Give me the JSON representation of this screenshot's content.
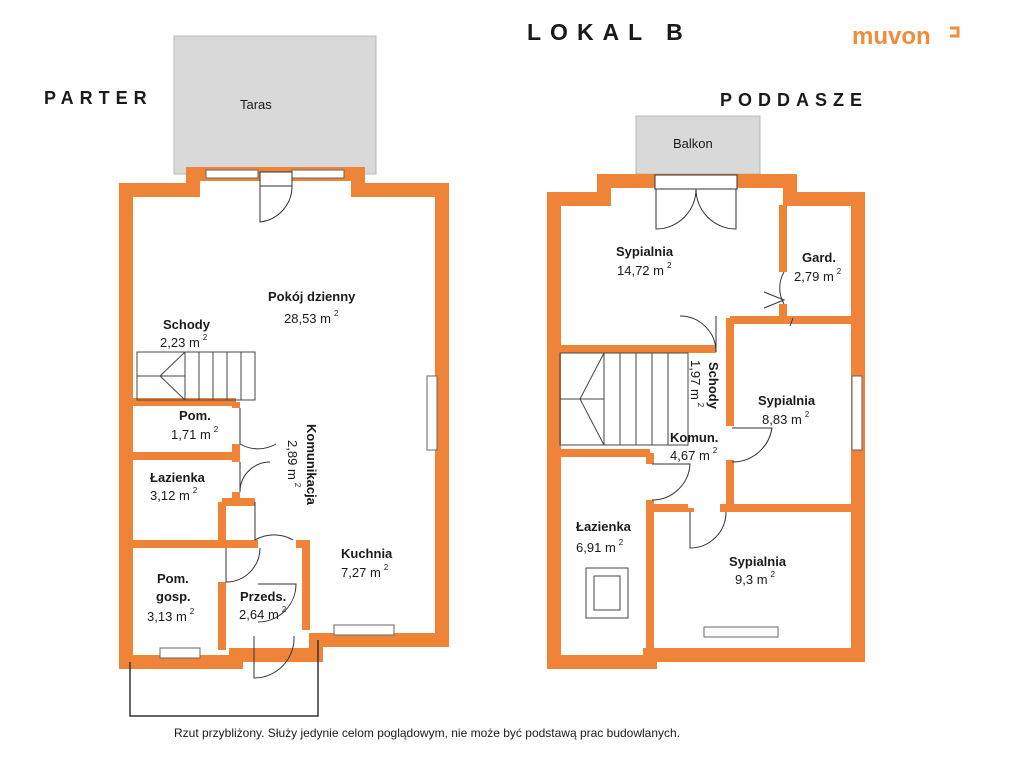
{
  "title": "LOKAL B",
  "brand": {
    "name": "muvon",
    "color": "#f28c3c"
  },
  "colors": {
    "wall": "#ef8438",
    "outdoor": "#d9d9d9"
  },
  "sections": {
    "ground": "PARTER",
    "attic": "PODDASZE"
  },
  "outdoor": {
    "terrace": "Taras",
    "balcony": "Balkon"
  },
  "unit": "m",
  "unit_exp": "2",
  "parter": {
    "dzienny": {
      "name": "Pokój dzienny",
      "area": "28,53"
    },
    "schody": {
      "name": "Schody",
      "area": "2,23"
    },
    "pom": {
      "name": "Pom.",
      "area": "1,71"
    },
    "lazienka": {
      "name": "Łazienka",
      "area": "3,12"
    },
    "komunikacja": {
      "name": "Komunikacja",
      "area": "2,89"
    },
    "kuchnia": {
      "name": "Kuchnia",
      "area": "7,27"
    },
    "gosp": {
      "name1": "Pom.",
      "name2": "gosp.",
      "area": "3,13"
    },
    "przeds": {
      "name": "Przeds.",
      "area": "2,64"
    }
  },
  "poddasze": {
    "sypialnia1": {
      "name": "Sypialnia",
      "area": "14,72"
    },
    "gard": {
      "name": "Gard.",
      "area": "2,79"
    },
    "schody": {
      "name": "Schody",
      "area": "1,97"
    },
    "sypialnia2": {
      "name": "Sypialnia",
      "area": "8,83"
    },
    "komun": {
      "name": "Komun.",
      "area": "4,67"
    },
    "lazienka": {
      "name": "Łazienka",
      "area": "6,91"
    },
    "sypialnia3": {
      "name": "Sypialnia",
      "area": "9,3"
    }
  },
  "disclaimer": "Rzut przybliżony. Służy jedynie celom poglądowym, nie może być podstawą prac budowlanych."
}
